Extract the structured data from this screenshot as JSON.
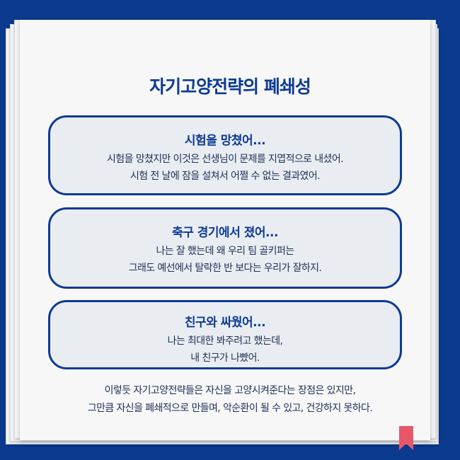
{
  "title": "자기고양전략의 폐쇄성",
  "cards": [
    {
      "heading": "시험을 망쳤어...",
      "lines": [
        "시험을 망쳤지만 이것은 선생님이 문제를 지엽적으로 내셨어.",
        "시험 전 날에 잠을 설쳐서 어쩔 수 없는 결과였어."
      ]
    },
    {
      "heading": "축구 경기에서 졌어...",
      "lines": [
        "나는 잘 했는데 왜 우리 팀 골키퍼는",
        "그래도 예선에서 탈락한 반 보다는 우리가 잘하지."
      ]
    },
    {
      "heading": "친구와 싸웠어...",
      "lines": [
        "나는 최대한 봐주려고 했는데,",
        "내 친구가 나빴어."
      ]
    }
  ],
  "summary": {
    "line1": "이렇듯 자기고양전략들은 자신을 고양시켜준다는 장점은 있지만,",
    "line2": "그만큼 자신을 폐쇄적으로 만들며, 악순환이 될 수 있고, 건강하지 못하다."
  },
  "colors": {
    "background": "#0b3a8f",
    "accent": "#0d3a94",
    "card_fill": "#e9edf2",
    "bookmark": "#e8566a"
  },
  "icons": {
    "bookmark": "bookmark-ribbon-icon"
  }
}
